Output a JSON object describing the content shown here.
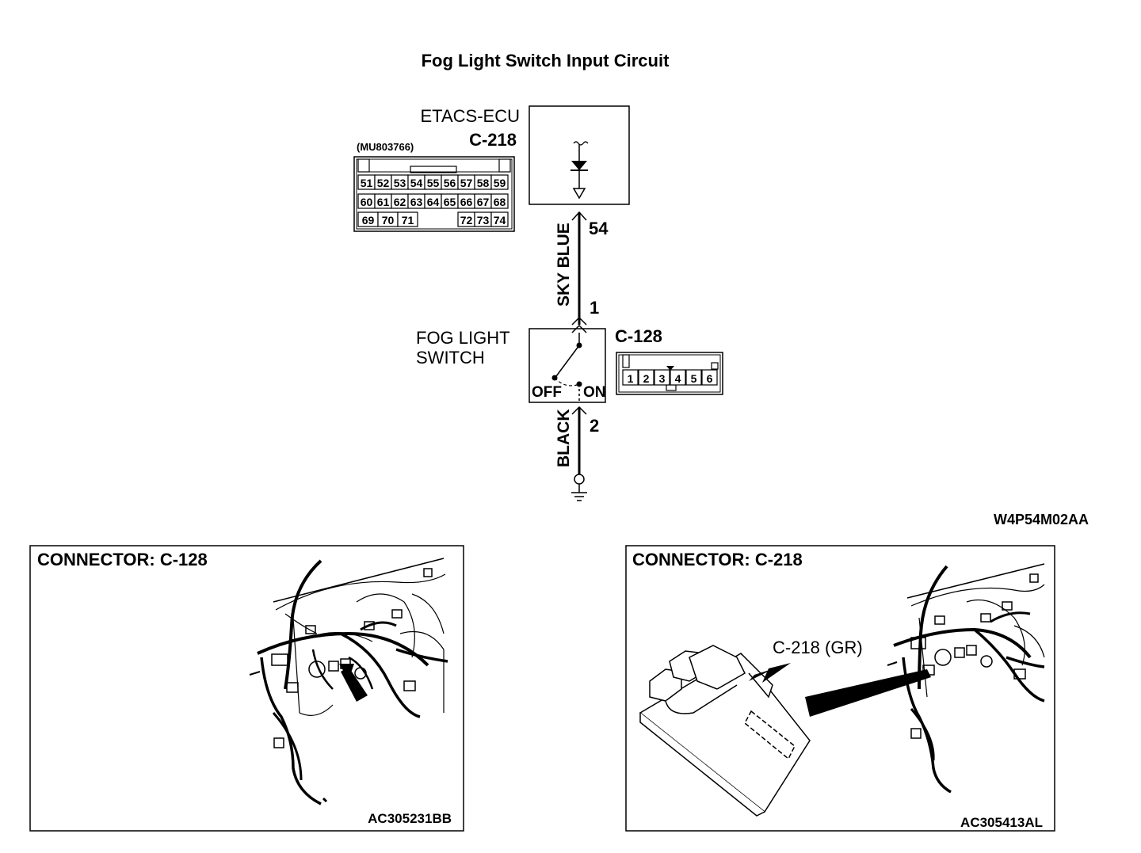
{
  "title": "Fog Light Switch Input Circuit",
  "ecu": {
    "name": "ETACS-ECU",
    "connector": "C-218",
    "part_number": "(MU803766)",
    "pins_row1": [
      "51",
      "52",
      "53",
      "54",
      "55",
      "56",
      "57",
      "58",
      "59"
    ],
    "pins_row2": [
      "60",
      "61",
      "62",
      "63",
      "64",
      "65",
      "66",
      "67",
      "68"
    ],
    "pins_row3_left": [
      "69",
      "70",
      "71"
    ],
    "pins_row3_right": [
      "72",
      "73",
      "74"
    ],
    "terminal": "54"
  },
  "wires": {
    "upper_color": "SKY BLUE",
    "lower_color": "BLACK"
  },
  "switch": {
    "name_line1": "FOG LIGHT",
    "name_line2": "SWITCH",
    "connector": "C-128",
    "terminal_top": "1",
    "terminal_bottom": "2",
    "off_label": "OFF",
    "on_label": "ON",
    "pins": [
      "1",
      "2",
      "3",
      "4",
      "5",
      "6"
    ]
  },
  "diagram_code": "W4P54M02AA",
  "panels": {
    "left": {
      "title": "CONNECTOR: C-128",
      "code": "AC305231BB"
    },
    "right": {
      "title": "CONNECTOR: C-218",
      "code": "AC305413AL",
      "callout": "C-218 (GR)"
    }
  }
}
